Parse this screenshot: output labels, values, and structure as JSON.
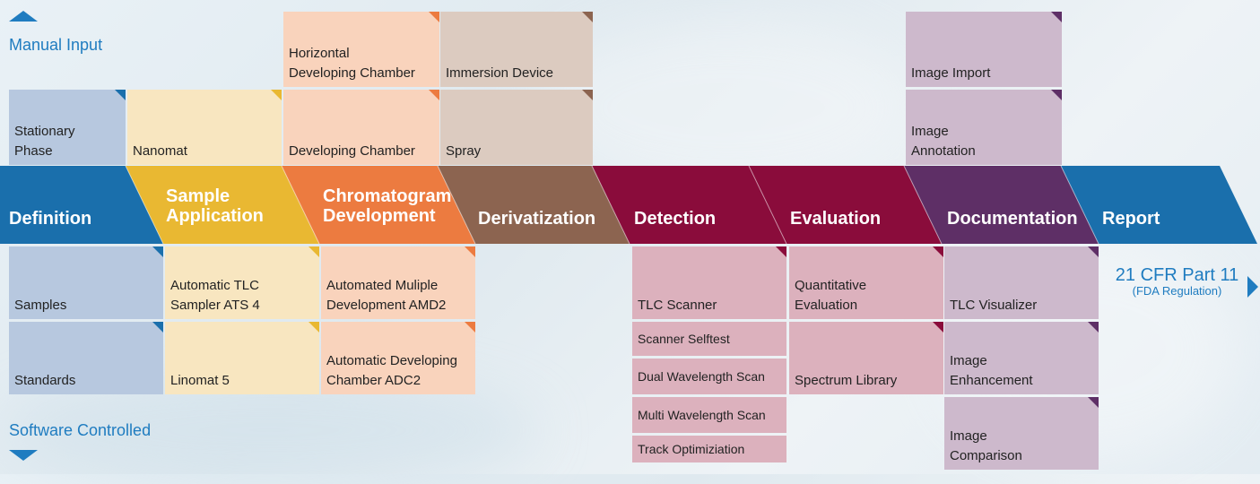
{
  "legend": {
    "manual_input": "Manual Input",
    "software_controlled": "Software Controlled"
  },
  "stages": [
    {
      "label": "Definition",
      "color": "#1a6fac"
    },
    {
      "label": "Sample\nApplication",
      "color": "#e9b832"
    },
    {
      "label": "Chromatogram\nDevelopment",
      "color": "#ec7b40"
    },
    {
      "label": "Derivatization",
      "color": "#8c6450"
    },
    {
      "label": "Detection",
      "color": "#8a0c3b"
    },
    {
      "label": "Evaluation",
      "color": "#8a0c3b"
    },
    {
      "label": "Documentation",
      "color": "#5e2f66"
    },
    {
      "label": "Report",
      "color": "#1a6fac"
    }
  ],
  "manual_modules": {
    "definition": [
      "Stationary\nPhase"
    ],
    "sample_application": [
      "Nanomat"
    ],
    "chromatogram_development": [
      "Horizontal\nDeveloping Chamber",
      "Developing Chamber"
    ],
    "derivatization": [
      "Immersion Device",
      "Spray"
    ],
    "documentation": [
      "Image Import",
      "Image\nAnnotation"
    ]
  },
  "software_modules": {
    "definition": [
      "Samples",
      "Standards"
    ],
    "sample_application": [
      "Automatic TLC\nSampler ATS 4",
      "Linomat 5"
    ],
    "chromatogram_development": [
      "Automated Muliple\nDevelopment AMD2",
      "Automatic Developing\nChamber ADC2"
    ],
    "detection": [
      "TLC Scanner",
      "Scanner Selftest",
      "Dual Wavelength Scan",
      "Multi Wavelength Scan",
      "Track Optimiziation"
    ],
    "evaluation": [
      "Quantitative\nEvaluation",
      "Spectrum Library"
    ],
    "documentation": [
      "TLC Visualizer",
      "Image\nEnhancement",
      "Image\nComparison"
    ]
  },
  "report": {
    "title": "21 CFR Part 11",
    "subtitle": "(FDA Regulation)"
  },
  "colors": {
    "definition_card": "#b7c8df",
    "sample_card": "#f8e6c0",
    "development_card": "#f9d3bc",
    "derivatization_card": "#dccbc0",
    "detection_card": "#dcb1bd",
    "documentation_card": "#cdb9cc",
    "accent_blue": "#1f7cc0"
  }
}
